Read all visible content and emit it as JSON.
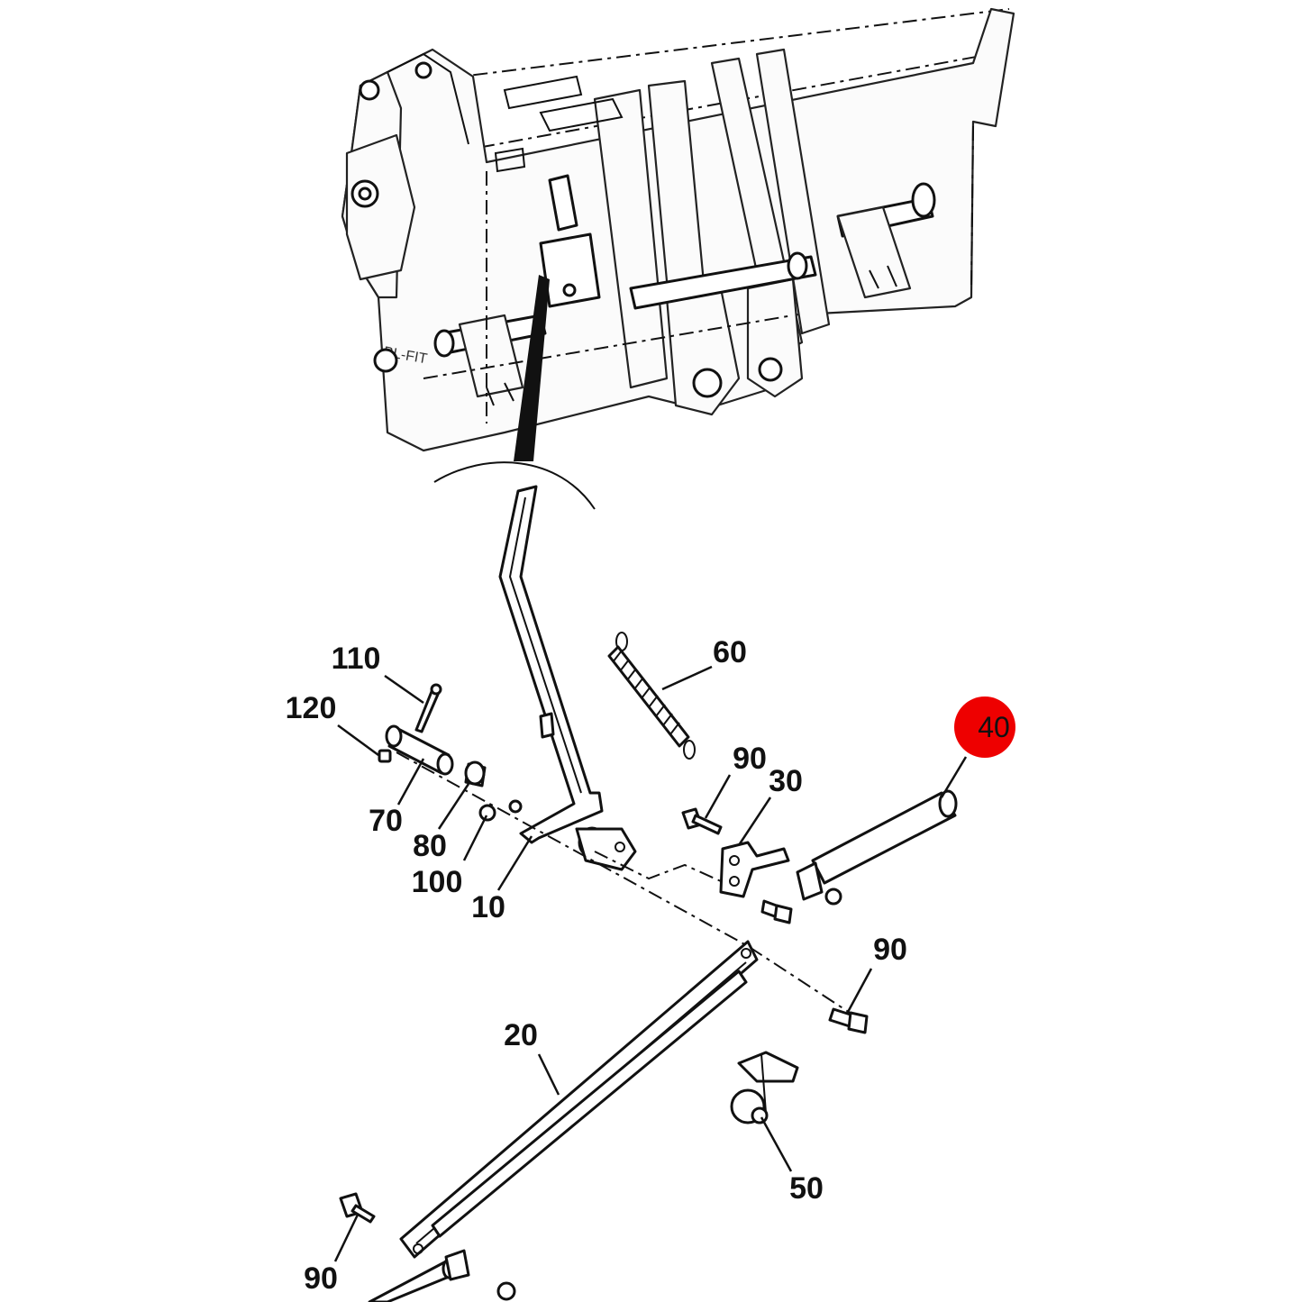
{
  "diagram": {
    "part_labels": [
      "110",
      "120",
      "70",
      "80",
      "100",
      "10",
      "60",
      "90",
      "30",
      "40",
      "90",
      "20",
      "50",
      "90"
    ],
    "highlighted_part": "40",
    "highlight_color": "#ee0000",
    "frame_logo": "BL-FIT"
  }
}
